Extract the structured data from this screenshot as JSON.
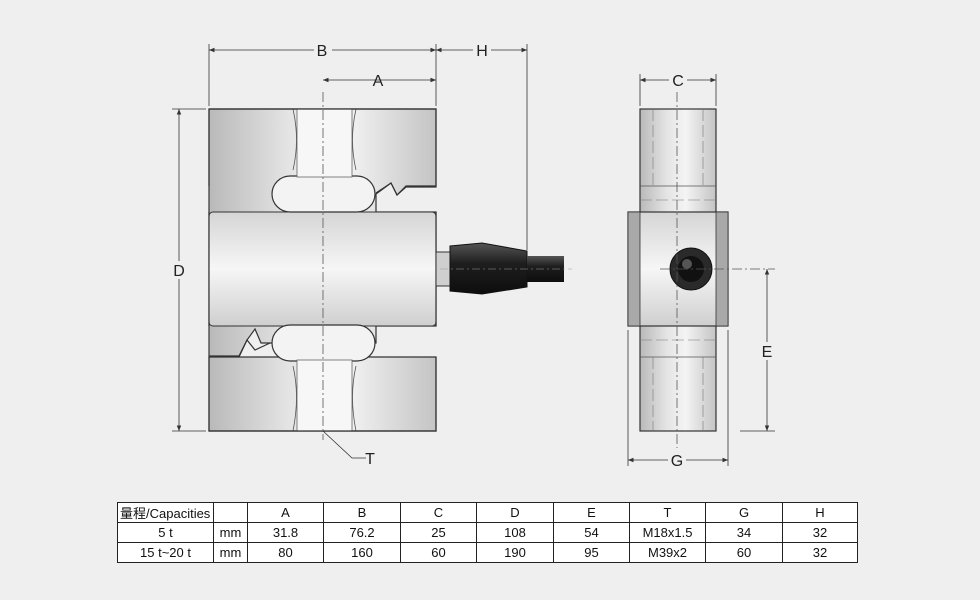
{
  "labels": {
    "A": "A",
    "B": "B",
    "C": "C",
    "D": "D",
    "E": "E",
    "G": "G",
    "H": "H",
    "T": "T"
  },
  "table": {
    "header": [
      "量程/Capacities",
      "",
      "A",
      "B",
      "C",
      "D",
      "E",
      "T",
      "G",
      "H"
    ],
    "rows": [
      [
        "5 t",
        "mm",
        "31.8",
        "76.2",
        "25",
        "108",
        "54",
        "M18x1.5",
        "34",
        "32"
      ],
      [
        "15 t~20 t",
        "mm",
        "80",
        "160",
        "60",
        "190",
        "95",
        "M39x2",
        "60",
        "32"
      ]
    ]
  }
}
